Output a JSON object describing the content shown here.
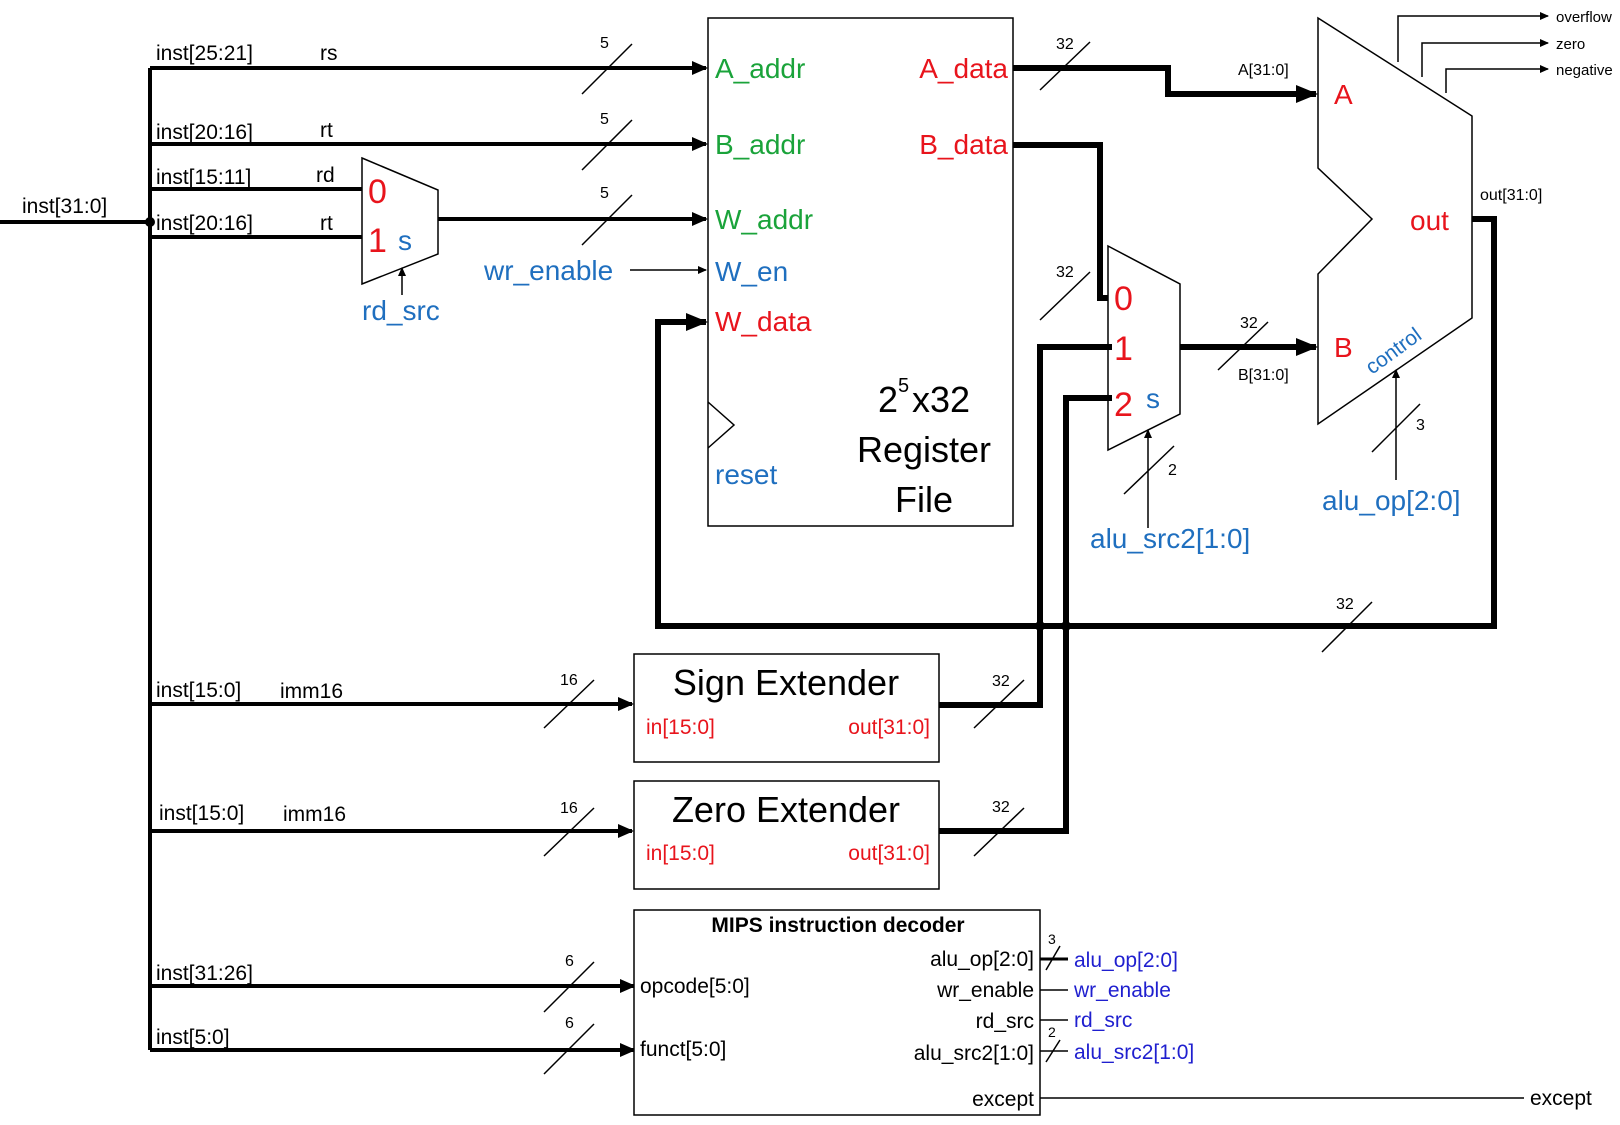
{
  "input": {
    "inst": "inst[31:0]"
  },
  "fields": {
    "rs_bits": "inst[25:21]",
    "rs_name": "rs",
    "rt_bits": "inst[20:16]",
    "rt_name": "rt",
    "rd_bits": "inst[15:11]",
    "rd_name": "rd",
    "rt2_bits": "inst[20:16]",
    "rt2_name": "rt",
    "imm_sign_bits": "inst[15:0]",
    "imm_sign_name": "imm16",
    "imm_zero_bits": "inst[15:0]",
    "imm_zero_name": "imm16",
    "op_bits": "inst[31:26]",
    "funct_bits": "inst[5:0]"
  },
  "widths": {
    "w5": "5",
    "w32": "32",
    "w16": "16",
    "w6": "6",
    "w3": "3",
    "w2": "2"
  },
  "rd_mux": {
    "in0": "0",
    "in1": "1",
    "sel": "s",
    "control": "rd_src"
  },
  "regfile": {
    "a_addr": "A_addr",
    "b_addr": "B_addr",
    "w_addr": "W_addr",
    "w_en": "W_en",
    "w_data": "W_data",
    "reset": "reset",
    "a_data": "A_data",
    "b_data": "B_data",
    "title_base": "2",
    "title_exp": "5",
    "title_rest": "x32",
    "title_line2": "Register",
    "title_line3": "File",
    "wr_enable": "wr_enable"
  },
  "alu_mux": {
    "in0": "0",
    "in1": "1",
    "in2": "2",
    "sel": "s",
    "control": "alu_src2[1:0]"
  },
  "alu": {
    "a": "A",
    "b": "B",
    "out": "out",
    "control": "control",
    "a_bus": "A[31:0]",
    "b_bus": "B[31:0]",
    "out_bus": "out[31:0]",
    "overflow": "overflow",
    "zero": "zero",
    "negative": "negative",
    "op": "alu_op[2:0]"
  },
  "sign_ext": {
    "title": "Sign Extender",
    "in": "in[15:0]",
    "out": "out[31:0]"
  },
  "zero_ext": {
    "title": "Zero Extender",
    "in": "in[15:0]",
    "out": "out[31:0]"
  },
  "decoder": {
    "title": "MIPS instruction decoder",
    "opcode": "opcode[5:0]",
    "funct": "funct[5:0]",
    "alu_op": "alu_op[2:0]",
    "wr_enable": "wr_enable",
    "rd_src": "rd_src",
    "alu_src2": "alu_src2[1:0]",
    "except": "except",
    "out_alu_op": "alu_op[2:0]",
    "out_wr_enable": "wr_enable",
    "out_rd_src": "rd_src",
    "out_alu_src2": "alu_src2[1:0]",
    "out_except": "except"
  },
  "colors": {
    "green": "#1aa33a",
    "red": "#e8141c",
    "blue": "#1f6fbf",
    "decoder_blue": "#1f1fcf"
  }
}
